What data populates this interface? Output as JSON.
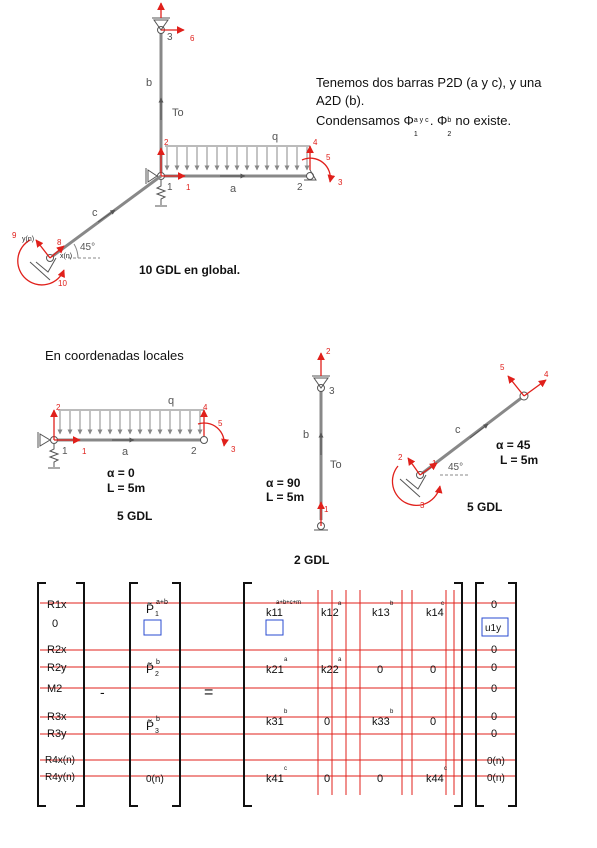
{
  "notes": {
    "line1": "Tenemos dos barras P2D (a y c), y una",
    "line2": "A2D (b).",
    "line3_pre": "Condensamos Φ",
    "line3_sup1": "a y c",
    "line3_sub1": "1",
    "line3_mid": ".  Φ",
    "line3_sup2": "b",
    "line3_sub2": "2",
    "line3_post": "no existe."
  },
  "global": {
    "label_a": "a",
    "label_b": "b",
    "label_c": "c",
    "label_q": "q",
    "label_To": "To",
    "angle": "45°",
    "node1": "1",
    "node2": "2",
    "node3": "3",
    "dof": [
      "1",
      "2",
      "3",
      "4",
      "5",
      "6",
      "8",
      "9",
      "10"
    ],
    "xn": "x(n)",
    "yn": "y(n)",
    "gdl": "10 GDL en global."
  },
  "local": {
    "heading": "En coordenadas locales",
    "a": {
      "alpha": "α = 0",
      "L": "L = 5m",
      "gdl": "5 GDL",
      "label": "a",
      "q": "q",
      "n1": "1",
      "n2": "2",
      "dof": [
        "1",
        "2",
        "3",
        "4",
        "5"
      ]
    },
    "b": {
      "alpha": "α = 90",
      "L": "L = 5m",
      "gdl": "2 GDL",
      "label": "b",
      "To": "To",
      "n3": "3",
      "dof": [
        "1",
        "2"
      ]
    },
    "c": {
      "alpha": "α = 45",
      "L": "L = 5m",
      "gdl": "5 GDL",
      "label": "c",
      "angle": "45°",
      "dof": [
        "1",
        "2",
        "3",
        "4",
        "5"
      ]
    }
  },
  "matrix": {
    "R": [
      "R1x",
      "0",
      "R2x",
      "R2y",
      "M2",
      "R3x",
      "R3y",
      "R4x(n)",
      "R4y(n)"
    ],
    "P": {
      "p1": "P̃",
      "p1_sub": "1",
      "p1_sup": "a+b",
      "p2": "P̃",
      "p2_sub": "2",
      "p2_sup": "b",
      "p3": "P̃",
      "p3_sub": "3",
      "p3_sup": "b",
      "p4": "0(n)"
    },
    "minus": "-",
    "equals": "=",
    "K": {
      "k11": "k11",
      "k11_sup": "a+b+c+m",
      "k12": "k12",
      "k12_sup": "a",
      "k13": "k13",
      "k13_sup": "b",
      "k14": "k14",
      "k14_sup": "c",
      "k21": "k21",
      "k21_sup": "a",
      "k22": "k22",
      "k22_sup": "a",
      "k31": "k31",
      "k31_sup": "b",
      "k33": "k33",
      "k33_sup": "b",
      "k41": "k41",
      "k41_sup": "c",
      "k44": "k44",
      "k44_sup": "c",
      "zero": "0"
    },
    "U": [
      "0",
      "u1y",
      "0",
      "0",
      "0",
      "0",
      "0",
      "0(n)",
      "0(n)"
    ]
  }
}
